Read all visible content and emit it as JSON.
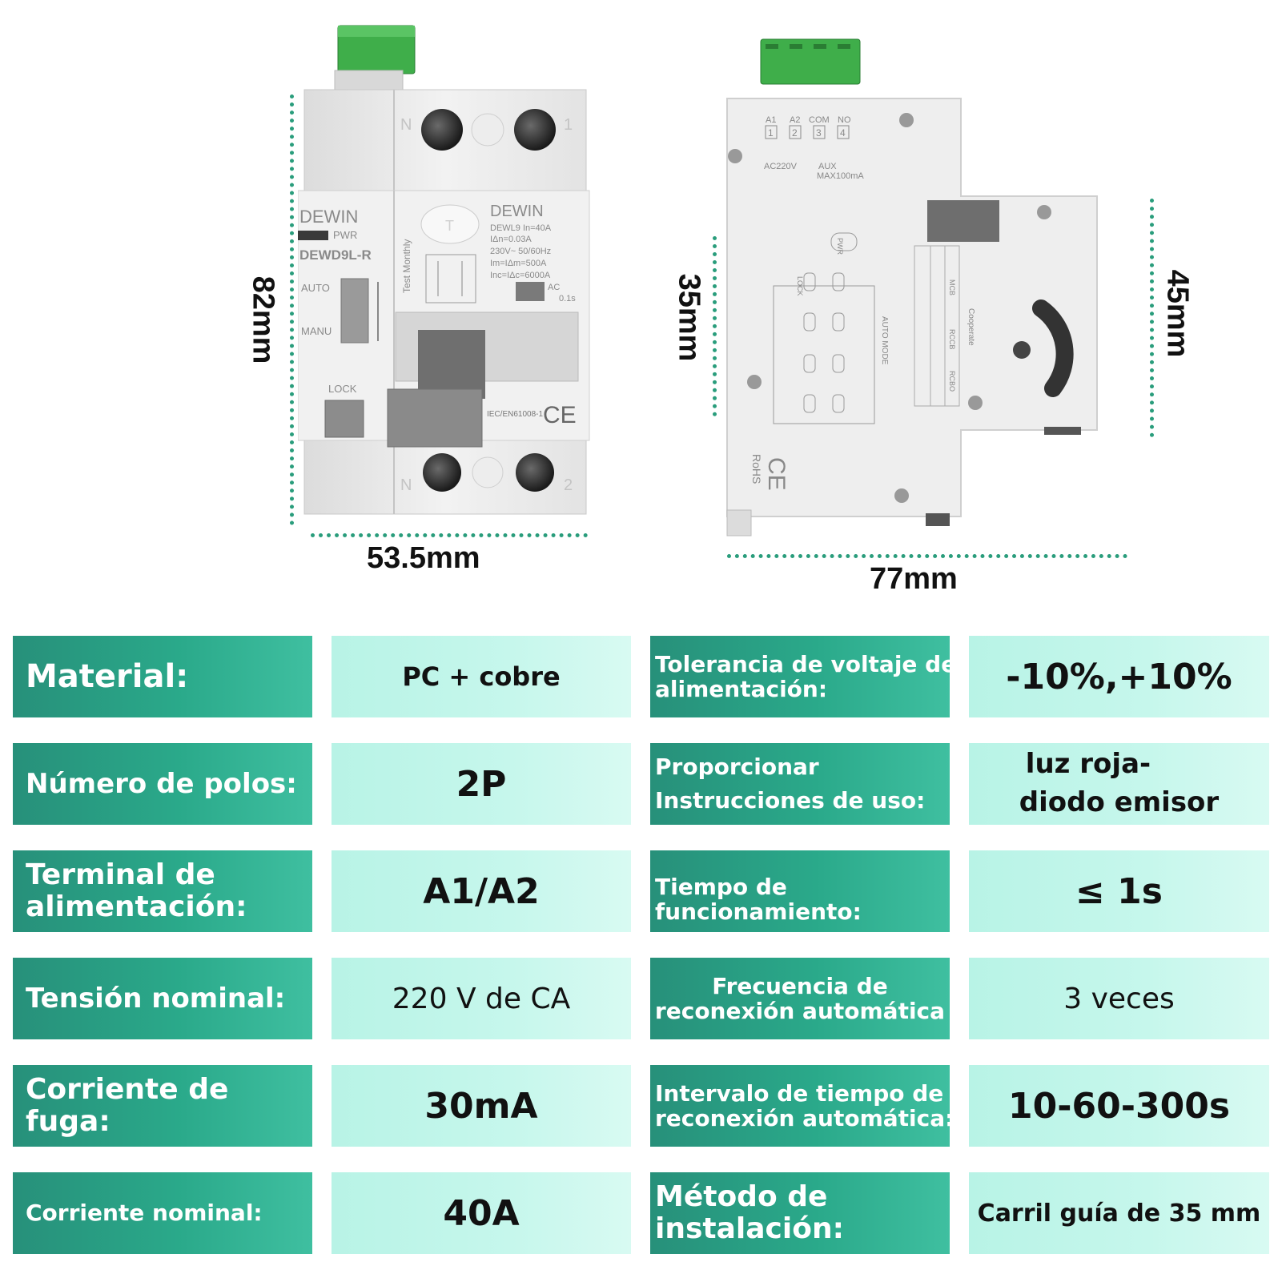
{
  "dimensions": {
    "front_height": "82mm",
    "front_width": "53.5mm",
    "side_depth_inner": "35mm",
    "side_depth_outer": "45mm",
    "side_width": "77mm"
  },
  "device_front": {
    "brand": "DEWIN",
    "model": "DEWD9L-R",
    "pwr_label": "PWR",
    "auto_label": "AUTO",
    "manu_label": "MANU",
    "lock_label": "LOCK",
    "test_button": "T",
    "test_monthly": "Test Monthly",
    "sub_brand": "DEWIN",
    "sub_model": "DEWL9  In=40A",
    "spec_1": "IΔn=0.03A",
    "spec_2": "230V~ 50/60Hz",
    "spec_3": "Im=IΔm=500A",
    "spec_4": "Inc=IΔc=6000A",
    "spec_5": "AC",
    "spec_6": "0.1s",
    "standard": "IEC/EN61008-1",
    "ce": "CE",
    "terminal_n_top": "N",
    "terminal_1": "1",
    "terminal_n_bottom": "N",
    "terminal_2": "2"
  },
  "device_side": {
    "terminals": [
      "A1",
      "A2",
      "COM",
      "NO"
    ],
    "terminal_nums": [
      "1",
      "2",
      "3",
      "4"
    ],
    "ac_label": "AC220V",
    "aux_label": "AUX",
    "aux_max": "MAX100mA",
    "pwr": "PWR",
    "auto_mode": "AUTO MODE",
    "lock": "LOCK",
    "cooperate": "Cooperate",
    "mcb": "MCB",
    "rccb": "RCCB",
    "rcbo": "RCBO",
    "rohs": "RoHS",
    "ce": "CE"
  },
  "specs": {
    "material_label": "Material:",
    "material_value": "PC + cobre",
    "poles_label": "Número de polos:",
    "poles_value": "2P",
    "power_terminal_label_1": "Terminal de",
    "power_terminal_label_2": "alimentación:",
    "power_terminal_value": "A1/A2",
    "rated_voltage_label": "Tensión nominal:",
    "rated_voltage_value": "220 V de CA",
    "leak_label_1": "Corriente de",
    "leak_label_2": "fuga:",
    "leak_value": "30mA",
    "rated_current_label": "Corriente nominal:",
    "rated_current_value": "40A",
    "tolerance_label_1": "Tolerancia de voltaje de",
    "tolerance_label_2": "alimentación:",
    "tolerance_value": "-10%,+10%",
    "instructions_label_1": "Proporcionar",
    "instructions_label_2": "Instrucciones de uso:",
    "instructions_value_1": "luz roja-",
    "instructions_value_2": "diodo emisor",
    "operating_time_label_1": "Tiempo de",
    "operating_time_label_2": "funcionamiento:",
    "operating_time_value": "≤ 1s",
    "reclose_freq_label_1": "Frecuencia de",
    "reclose_freq_label_2": "reconexión automática",
    "reclose_freq_value": "3 veces",
    "reclose_interval_label_1": "Intervalo de tiempo de",
    "reclose_interval_label_2": "reconexión automática:",
    "reclose_interval_value": "10-60-300s",
    "install_label_1": "Método de",
    "install_label_2": "instalación:",
    "install_value": "Carril guía de 35 mm"
  },
  "colors": {
    "label_bg": "#2aa98a",
    "value_bg": "#c6f7ec",
    "dimension_dots": "#2a9d7c",
    "terminal_green": "#3fae4a"
  }
}
